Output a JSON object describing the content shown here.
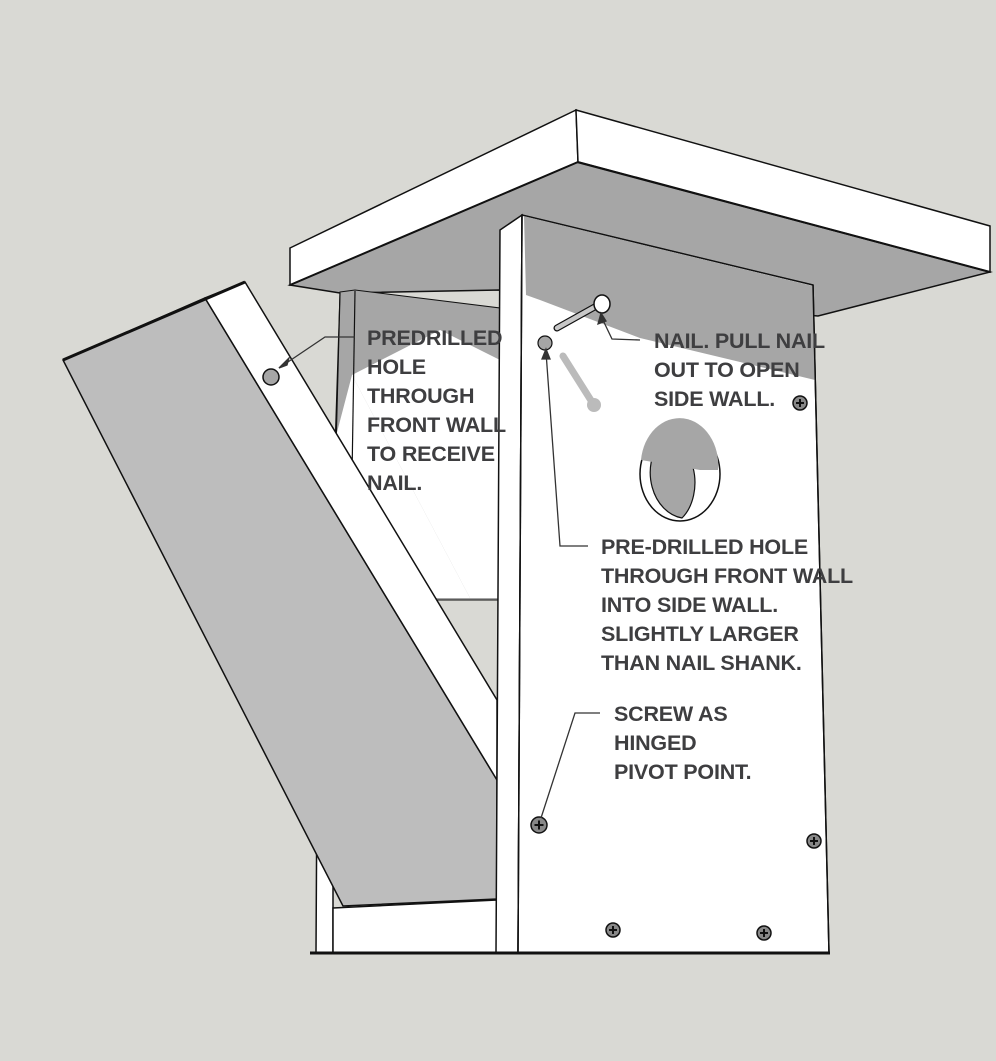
{
  "diagram": {
    "subject": "birdhouse with hinged side wall",
    "colors": {
      "background": "#d9d9d4",
      "face_white": "#ffffff",
      "shade_dark": "#a6a6a6",
      "shade_mid": "#bdbdbd",
      "outline": "#111111",
      "label_text": "#3e3e40"
    },
    "callouts": [
      {
        "id": "predrilled-hole-side-wall",
        "lines": [
          "PREDRILLED",
          "HOLE",
          "THROUGH",
          "FRONT WALL",
          "TO RECEIVE",
          "NAIL."
        ],
        "text": "PREDRILLED\nHOLE\nTHROUGH\nFRONT WALL\nTO RECEIVE\nNAIL."
      },
      {
        "id": "nail",
        "lines": [
          "NAIL. PULL NAIL",
          "OUT TO OPEN",
          "SIDE WALL."
        ],
        "text": "NAIL. PULL NAIL\nOUT TO OPEN\nSIDE WALL."
      },
      {
        "id": "predrilled-hole-front-wall",
        "lines": [
          "PRE-DRILLED HOLE",
          "THROUGH FRONT WALL",
          "INTO SIDE WALL.",
          "SLIGHTLY LARGER",
          "THAN NAIL SHANK."
        ],
        "text": "PRE-DRILLED HOLE\nTHROUGH FRONT WALL\nINTO SIDE WALL.\nSLIGHTLY LARGER\nTHAN NAIL SHANK."
      },
      {
        "id": "pivot-screw",
        "lines": [
          "SCREW AS",
          "HINGED",
          "PIVOT POINT."
        ],
        "text": "SCREW AS\nHINGED\nPIVOT POINT."
      }
    ],
    "parts": [
      "roof",
      "front-wall",
      "side-wall-open",
      "back-wall",
      "floor",
      "entrance-hole",
      "nail",
      "screws"
    ],
    "screw_count": 5
  }
}
